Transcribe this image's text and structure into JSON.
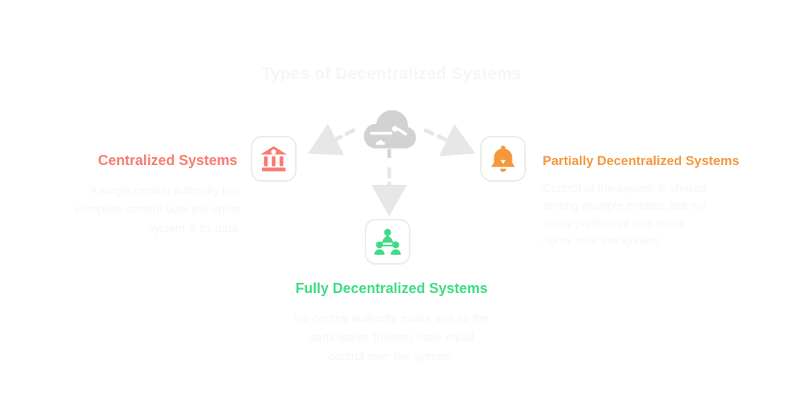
{
  "title": "Types of Decentralized Systems",
  "colors": {
    "centralized": "#F87C70",
    "partially_decentralized": "#F5973D",
    "fully_decentralized": "#3EDC84",
    "hub": "#D2D2D2",
    "arrow": "#E7E7E7",
    "faint_text": "#F6F6F6"
  },
  "hub": {
    "icon": "cloud-network-icon"
  },
  "nodes": {
    "centralized": {
      "label": "Centralized Systems",
      "icon": "bank-icon",
      "description_lines": [
        "A single central authority has",
        "complete control over the entire",
        "system & its data."
      ]
    },
    "partially_decentralized": {
      "label": "Partially Decentralized Systems",
      "icon": "bell-icon",
      "description_lines": [
        "Control of the system is shared",
        "among multiple entities, but not",
        "every participant has equal",
        "rights over the system."
      ]
    },
    "fully_decentralized": {
      "label": "Fully Decentralized Systems",
      "icon": "people-network-icon",
      "description_lines": [
        "No central authority exists and all the",
        "participants (nodes) have equal",
        "control over the system."
      ]
    }
  }
}
